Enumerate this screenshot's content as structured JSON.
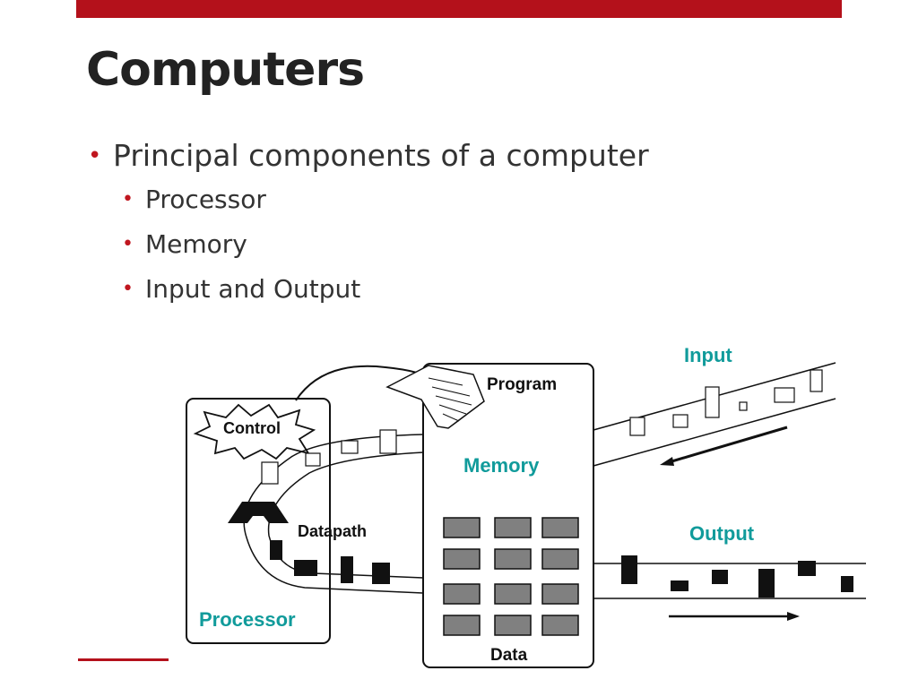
{
  "slide": {
    "title": "Computers",
    "bullet_main": "Principal components of a computer",
    "sub_bullets": [
      "Processor",
      "Memory",
      "Input and Output"
    ]
  },
  "diagram": {
    "labels": {
      "control": "Control",
      "datapath": "Datapath",
      "processor": "Processor",
      "program": "Program",
      "memory": "Memory",
      "data": "Data",
      "input": "Input",
      "output": "Output"
    }
  },
  "colors": {
    "accent_red": "#b4111b",
    "teal": "#119b9b",
    "memory_cell": "#808080"
  }
}
